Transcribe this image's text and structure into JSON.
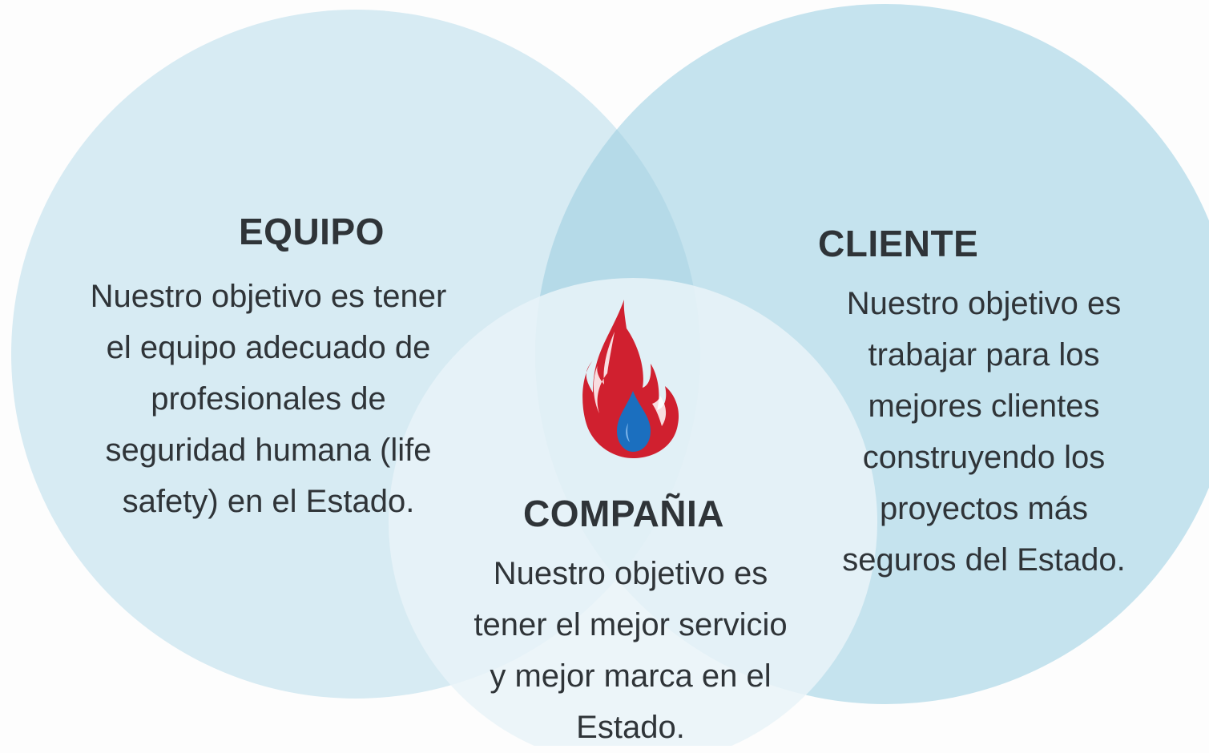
{
  "diagram": {
    "type": "venn",
    "colors": {
      "background": "#fdfdfd",
      "left_circle": "#d7ebf3",
      "right_circle": "#c5e3ee",
      "bottom_circle": "#e9f3f8",
      "overlap_top": "#b5dae8",
      "text": "#2f3438",
      "flame_red": "#d0202f",
      "drop_blue": "#1b6fbf"
    },
    "sets": [
      {
        "id": "equipo",
        "title": "EQUIPO",
        "lines": [
          "Nuestro objetivo es tener",
          "el equipo adecuado de",
          "profesionales de",
          "seguridad humana (life",
          "safety) en el Estado."
        ]
      },
      {
        "id": "cliente",
        "title": "CLIENTE",
        "lines": [
          "Nuestro objetivo es",
          "trabajar para los",
          "mejores clientes",
          "construyendo los",
          "proyectos más",
          "seguros del Estado."
        ]
      },
      {
        "id": "compania",
        "title": "COMPAÑIA",
        "lines": [
          "Nuestro objetivo es",
          "tener el mejor servicio",
          "y mejor marca en el",
          "Estado."
        ]
      }
    ],
    "center_icon": "flame-with-water-drop-icon"
  }
}
